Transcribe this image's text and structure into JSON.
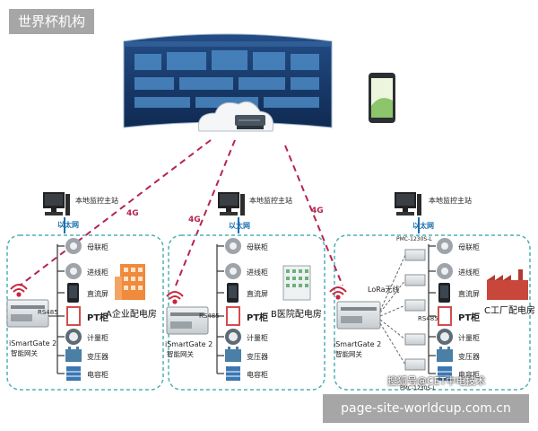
{
  "overlay": {
    "top_left_label": "世界杯机构",
    "watermark": "搜狐号@CET中电技术",
    "bottom_site": "page-site-worldcup.com.cn"
  },
  "diagram": {
    "link_label": "4G",
    "ethernet_label": "以太网",
    "local_station_label": "本地监控主站",
    "gateway_name": "iSmartGate 2",
    "gateway_sub": "智能网关",
    "rs485_label": "RS485",
    "lora_label": "LoRa无线",
    "pmc_top": "PMC-1230S-L",
    "pmc_bottom": "PMC-1230S-L",
    "rooms": {
      "a": "A企业配电房",
      "b": "B医院配电房",
      "c": "C工厂配电房"
    },
    "devices": [
      "母联柜",
      "进线柜",
      "直流屏",
      "PT柜",
      "计量柜",
      "变压器",
      "电容柜"
    ]
  },
  "colors": {
    "dashed_link": "#b5244f",
    "panel_border": "#4fb1b2",
    "ethernet": "#1d6fb0",
    "building_orange": "#f08a3c",
    "factory_red": "#c8463a"
  }
}
